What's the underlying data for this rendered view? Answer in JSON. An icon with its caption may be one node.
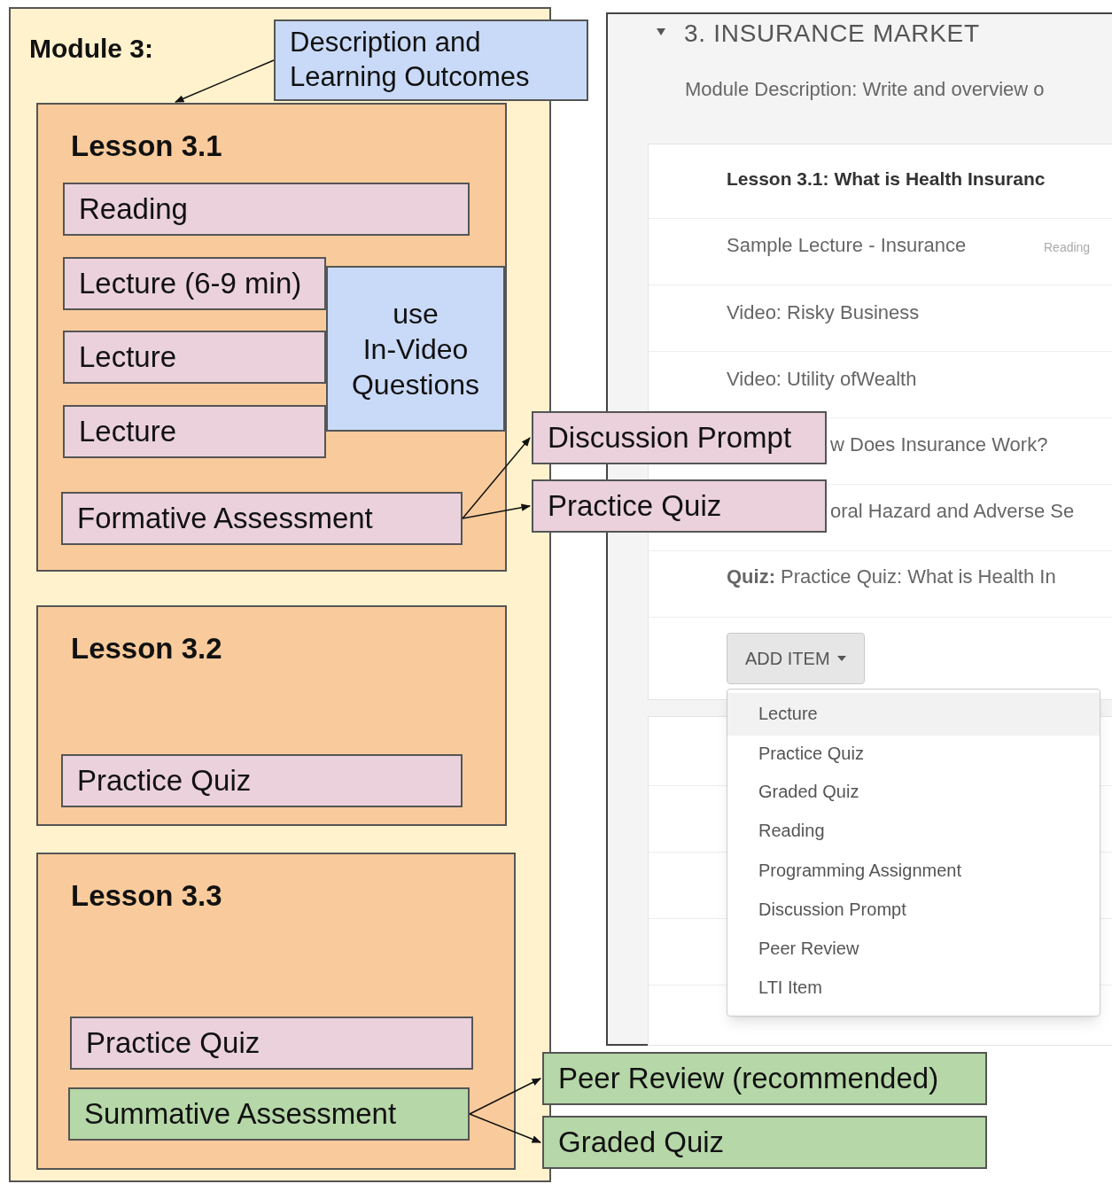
{
  "diagram": {
    "nodes": [
      {
        "text": [
          "Module 3:"
        ]
      },
      {
        "text": [
          "Description and Learning Outcomes"
        ]
      },
      {
        "text": [
          "Lesson 3.1"
        ],
        "in": 0
      },
      {
        "text": [
          "Reading"
        ],
        "in": 2
      },
      {
        "text": [
          "Lecture (6-9 min)"
        ],
        "in": 2
      },
      {
        "text": [
          "Lecture"
        ],
        "in": 2
      },
      {
        "text": [
          "Lecture"
        ],
        "in": 2
      },
      {
        "text": [
          "use In-Video Questions"
        ],
        "in": 2
      },
      {
        "text": [
          "Formative Assessment"
        ],
        "in": 2
      },
      {
        "text": [
          "Discussion Prompt"
        ]
      },
      {
        "text": [
          "Practice Quiz"
        ]
      },
      {
        "text": [
          "Lesson 3.2"
        ],
        "in": 0
      },
      {
        "text": [
          "Practice Quiz"
        ],
        "in": 11
      },
      {
        "text": [
          "Lesson 3.3"
        ],
        "in": 0
      },
      {
        "text": [
          "Practice Quiz"
        ],
        "in": 13
      },
      {
        "text": [
          "Summative Assessment"
        ],
        "in": 13
      },
      {
        "text": [
          "Peer Review (recommended)"
        ]
      },
      {
        "text": [
          "Graded Quiz"
        ]
      }
    ],
    "edges": [
      {
        "from": 1,
        "to": 2,
        "arrow": "to"
      },
      {
        "from": 8,
        "to": 9,
        "arrow": "to"
      },
      {
        "from": 8,
        "to": 10,
        "arrow": "to"
      },
      {
        "from": 15,
        "to": 16,
        "arrow": "to"
      },
      {
        "from": 15,
        "to": 17,
        "arrow": "to"
      }
    ],
    "labels": [
      "3. INSURANCE MARKET",
      "Module Description: Write and overview o",
      "Lesson 3.1: What is Health Insuranc",
      "Sample Lecture - Insurance",
      "Reading",
      "Video: Risky Business",
      "Video: Utility ofWealth",
      "w Does Insurance Work?",
      "oral Hazard and Adverse Se",
      "**Quiz:** Practice Quiz: What is Health In",
      "ADD ITEM",
      "Lecture",
      "Practice Quiz",
      "Graded Quiz",
      "Reading",
      "Programming Assignment",
      "Discussion Prompt",
      "Peer Review",
      "LTI Item"
    ]
  }
}
